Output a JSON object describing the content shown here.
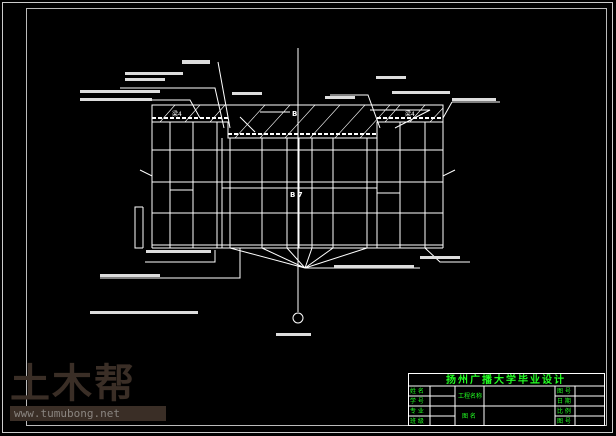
{
  "drawing": {
    "center_labels": [
      "B",
      "B 7"
    ],
    "side_labels": [
      "梁4",
      "梁4"
    ]
  },
  "title_block": {
    "title": "扬州广播大学毕业设计",
    "left_labels": [
      "姓 名",
      "学 号",
      "专 业",
      "班 级"
    ],
    "right_labels": [
      "图 号",
      "日 期",
      "比 例",
      "图 号"
    ],
    "middle_label_top": "工程名称",
    "middle_label_bottom": "图 名"
  },
  "watermark": {
    "logo": "土木帮",
    "url": "www.tumubong.net"
  },
  "colors": {
    "line": "#ffffff",
    "title_block_text": "#22ff22",
    "watermark": "#3a2e26"
  }
}
